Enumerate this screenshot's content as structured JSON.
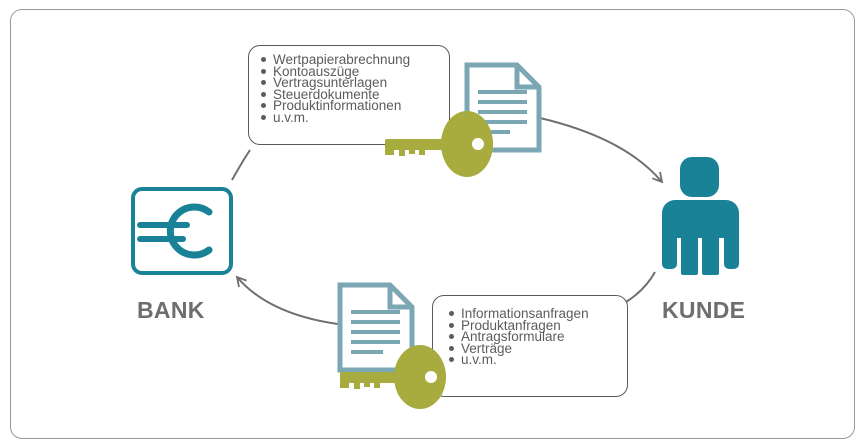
{
  "diagram": {
    "bank": {
      "label": "BANK",
      "icon": "euro-icon"
    },
    "kunde": {
      "label": "KUNDE",
      "icon": "person-icon"
    },
    "outgoing": {
      "items": [
        "Wertpapierabrechnung",
        "Kontoauszüge",
        "Vertragsunterlagen",
        "Steuerdokumente",
        "Produktinformationen",
        "u.v.m."
      ],
      "icons": [
        "document-icon",
        "key-icon"
      ]
    },
    "incoming": {
      "items": [
        "Informationsanfragen",
        "Produktanfragen",
        "Antragsformulare",
        "Verträge",
        "u.v.m."
      ],
      "icons": [
        "document-icon",
        "key-icon"
      ]
    },
    "colors": {
      "teal": "#1a8297",
      "doc": "#7aa7b3",
      "key": "#a8ab3e",
      "arrow": "#6f6f6f",
      "label": "#6e6e6e"
    }
  }
}
